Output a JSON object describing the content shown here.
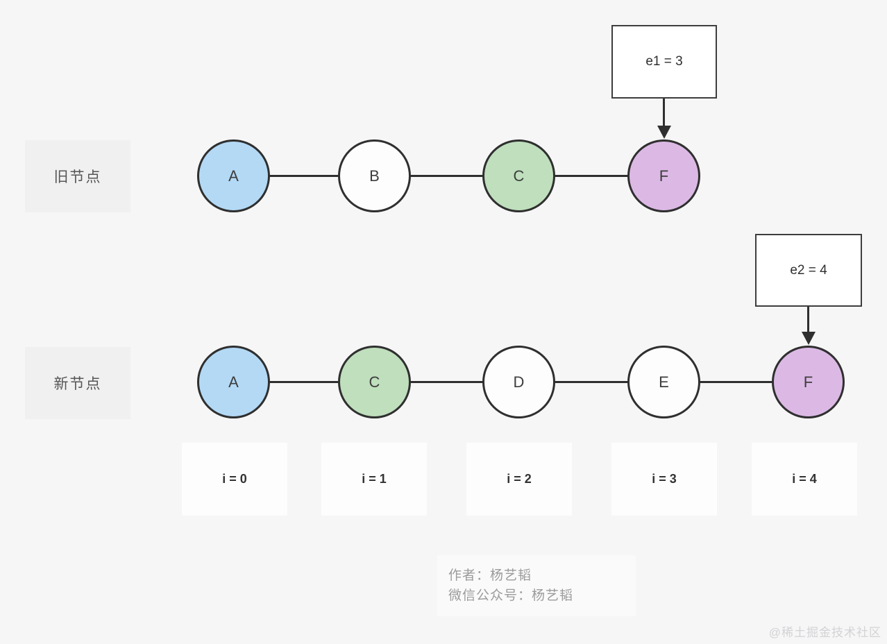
{
  "colors": {
    "page-bg": "#f6f6f7",
    "row-label-bg": "#f0f0f1",
    "index-box-bg": "#fdfdfe",
    "footer-bg": "#fafafb",
    "node-border": "#2f2f2f",
    "node-blue": "#b3d9f5",
    "node-green": "#bfdfbd",
    "node-purple": "#dcb9e5",
    "node-white": "#fdfdfe",
    "text-dark": "#3d3d3d",
    "text-medium": "#555555",
    "text-gray": "#9b9b9b",
    "watermark-color": "#d3d3d6"
  },
  "old_row": {
    "label": "旧节点",
    "nodes": [
      {
        "id": "A",
        "fill": "blue"
      },
      {
        "id": "B",
        "fill": "white"
      },
      {
        "id": "C",
        "fill": "green"
      },
      {
        "id": "F",
        "fill": "purple"
      }
    ],
    "pointer_label": "e1 = 3"
  },
  "new_row": {
    "label": "新节点",
    "nodes": [
      {
        "id": "A",
        "fill": "blue"
      },
      {
        "id": "C",
        "fill": "green"
      },
      {
        "id": "D",
        "fill": "white"
      },
      {
        "id": "E",
        "fill": "white"
      },
      {
        "id": "F",
        "fill": "purple"
      }
    ],
    "pointer_label": "e2 = 4"
  },
  "index_labels": [
    "i = 0",
    "i = 1",
    "i = 2",
    "i = 3",
    "i = 4"
  ],
  "footer": {
    "author": "作者：杨艺韬",
    "wechat": "微信公众号：杨艺韬"
  },
  "watermark": "@稀土掘金技术社区"
}
